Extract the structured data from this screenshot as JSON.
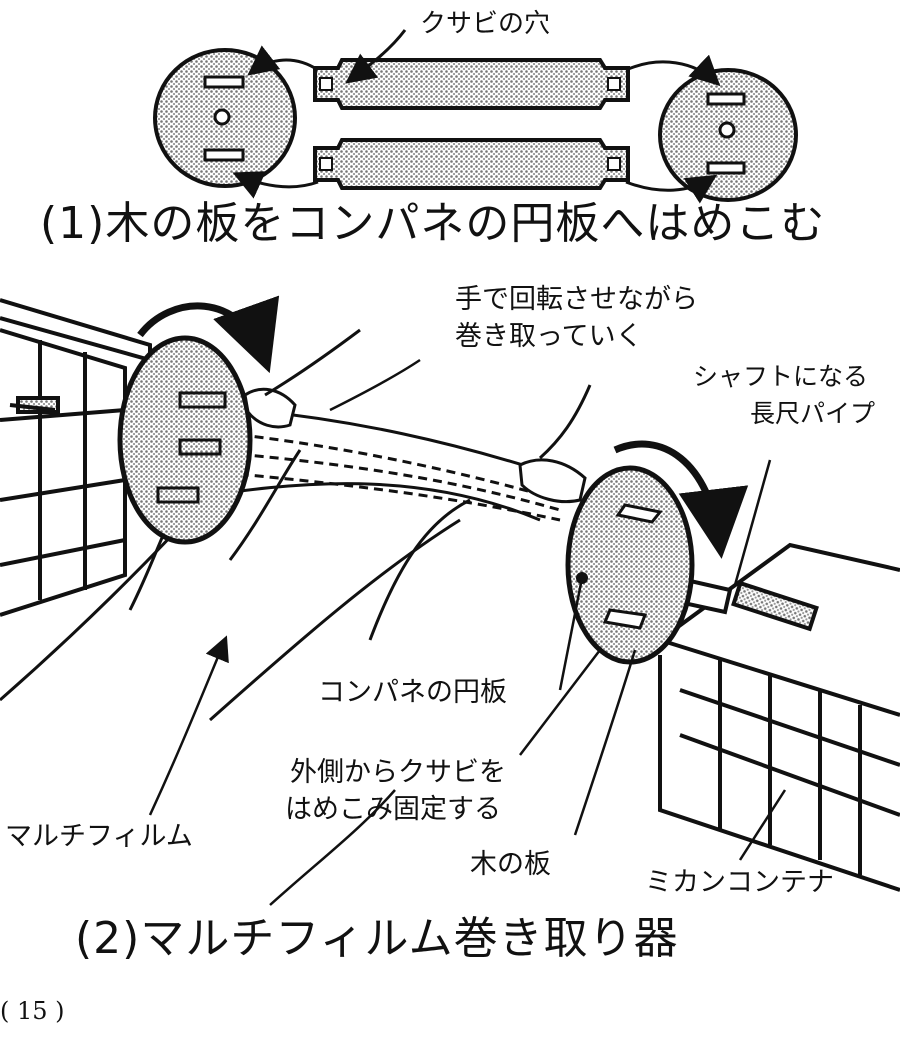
{
  "labels": {
    "wedge_hole": "クサビの穴",
    "step1_title": "(1)木の板をコンパネの円板へはめこむ",
    "turn_by_hand_line1": "手で回転させながら",
    "turn_by_hand_line2": "巻き取っていく",
    "shaft_line1": "シャフトになる",
    "shaft_line2": "長尺パイプ",
    "plywood_disc": "コンパネの円板",
    "wedge_fix_line1": "外側からクサビを",
    "wedge_fix_line2": "はめこみ固定する",
    "mulch_film": "マルチフィルム",
    "wood_board": "木の板",
    "mikan_container": "ミカンコンテナ",
    "step2_title": "(2)マルチフィルム巻き取り器",
    "page_number": "( 15 )"
  },
  "colors": {
    "ink": "#111111",
    "paper": "#ffffff",
    "stipple": "#9a9a9a"
  }
}
